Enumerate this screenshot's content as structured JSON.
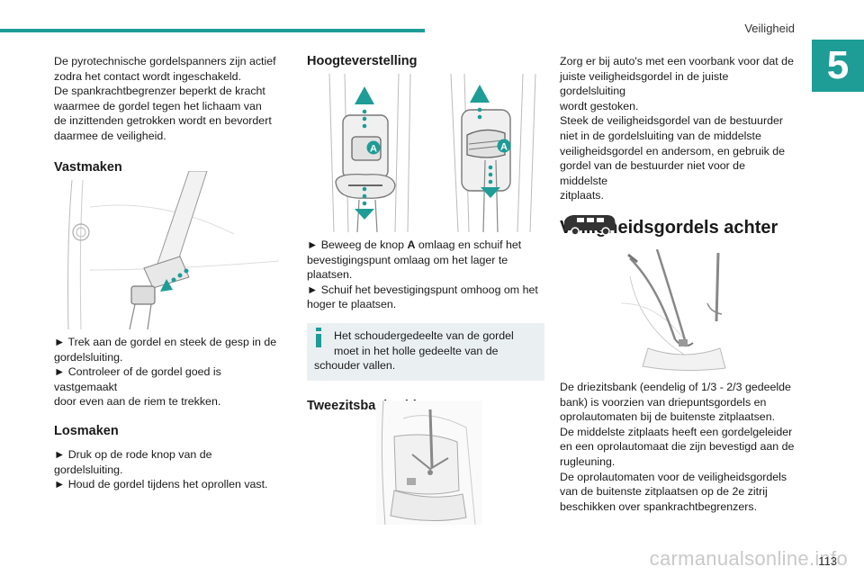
{
  "header": {
    "section_title": "Veiligheid",
    "chapter_number": "5"
  },
  "col1": {
    "intro": [
      "De pyrotechnische gordelspanners zijn actief",
      "zodra het contact wordt ingeschakeld.",
      "De spankrachtbegrenzer beperkt de kracht",
      "waarmee de gordel tegen het lichaam van",
      "de inzittenden getrokken wordt en bevordert",
      "daarmee de veiligheid."
    ],
    "vastmaken_heading": "Vastmaken",
    "vastmaken_steps": [
      [
        "► Trek aan de gordel en steek de gesp in de",
        "gordelsluiting."
      ],
      [
        "► Controleer of de gordel goed is vastgemaakt",
        "door even aan de riem te trekken."
      ]
    ],
    "losmaken_heading": "Losmaken",
    "losmaken_steps": [
      "► Druk op de rode knop van de gordelsluiting.",
      "► Houd de gordel tijdens het oprollen vast."
    ]
  },
  "col2": {
    "hoogte_heading": "Hoogteverstelling",
    "label_a": "A",
    "hoogte_steps": [
      [
        "► Beweeg de knop ",
        "A",
        " omlaag en schuif het",
        "bevestigingspunt omlaag om het lager te",
        "plaatsen."
      ],
      [
        "► Schuif het bevestigingspunt omhoog om het",
        "hoger te plaatsen."
      ]
    ],
    "info_lines": [
      "Het schoudergedeelte van de gordel",
      "moet in het holle gedeelte van de",
      "schouder vallen."
    ],
    "tweezits_heading": "Tweezitsbank vóór"
  },
  "col3": {
    "intro": [
      "Zorg er bij auto's met een voorbank voor dat de",
      "juiste veiligheidsgordel in de juiste gordelsluiting",
      "wordt gestoken.",
      "Steek de veiligheidsgordel van de bestuurder",
      "niet in de gordelsluiting van de middelste",
      "veiligheidsgordel en andersom, en gebruik de",
      "gordel van de bestuurder niet voor de middelste",
      "zitplaats."
    ],
    "achter_heading": "Veiligheidsgordels achter",
    "achter_text": [
      "De driezitsbank (eendelig of 1/3 - 2/3 gedeelde",
      "bank) is voorzien van driepuntsgordels en",
      "oprolautomaten bij de buitenste zitplaatsen.",
      "De middelste zitplaats heeft een gordelgeleider",
      "en een oprolautomaat die zijn bevestigd aan de",
      "rugleuning.",
      "De oprolautomaten voor de veiligheidsgordels",
      "van de buitenste zitplaatsen op de 2e zitrij",
      "beschikken over spankrachtbegrenzers."
    ]
  },
  "footer": {
    "page_number": "113",
    "watermark": "carmanualsonline.info"
  },
  "colors": {
    "accent": "#1e9c96",
    "info_bg": "#eaf0f2"
  }
}
